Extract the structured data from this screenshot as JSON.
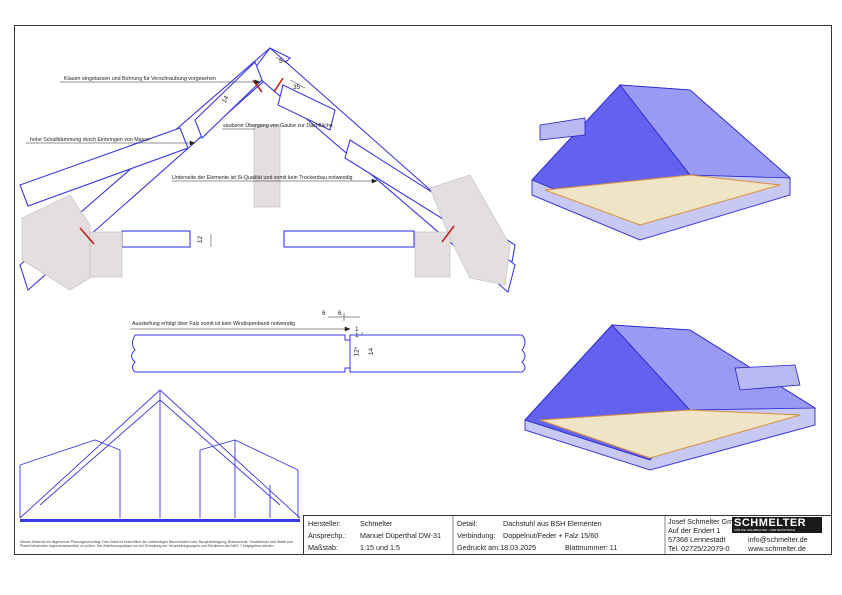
{
  "annotations": {
    "claws": "Klauen eingelassen und Bohrung für Verschraubung vorgesehen",
    "insulation": "hohe Schalldämmung durch Einbringen von Masse",
    "dormer": "sauberer Übergang von Gaube zur Dachfläche",
    "underside": "Unterseite der Elemente ist Si-Qualität und somit kein Trockenbau notwendig",
    "bracing": "Aussteifung erfolgt über Falz somit ist kein Windispenband notwendig"
  },
  "dimensions": {
    "d5": "5",
    "d14a": "14",
    "d35": "35",
    "d12": "12",
    "d6a": "6",
    "d6b": "6",
    "d1a": "1",
    "d1b": "1",
    "d12_5": "12⁵",
    "d14b": "14"
  },
  "title_block": {
    "hersteller_label": "Hersteller:",
    "hersteller_value": "Schmelter",
    "ansprech_label": "Ansprechp.:",
    "ansprech_value": "Manuel Düperthal DW-31",
    "massstab_label": "Maßstab:",
    "massstab_value": "1:15 und 1:5",
    "detail_label": "Detail:",
    "detail_value": "Dachstuhl aus BSH Elementen",
    "verbindung_label": "Verbindung:",
    "verbindung_value": "Doppelnut/Feder + Falz 15/60",
    "gedruckt": "Gedruckt am:18.03.2025",
    "blatt": "Blattnummer: 11"
  },
  "company": {
    "name": "Josef Schmelter GmbH",
    "street": "Auf der Endert 1",
    "city": "57368 Lennestadt",
    "phone": "Tel. 02725/22079-0",
    "email": "info@schmelter.de",
    "web": "www.schmelter.de"
  },
  "logo": {
    "name": "SCHMELTER",
    "tagline": "FÜR DIE HOLZBAUTEN - UND BAUSTOFFE"
  },
  "disclaimer": "Dieses Detail ist ein allgemeiner Planungsvorschlag. Das Detail ist hinsichtlich der notwendigen Bauvorhaben bzw. Baugenehmigung, Brandschutz, Schallschutz und Statik vom Planer/Verarbeiter eigenverantwortlich zu prüfen. Der Ablieferungsablauf nur bei Einhaltung der Verarbeitungsregeln und Richtlinien der AWG 7 freigegeben werden.",
  "colors": {
    "roof_blue": "#3a3ae8",
    "roof_fill": "#c8c8f4",
    "beam_orange": "#d9903a",
    "cut_red": "#c81e1e",
    "wall_grey": "#e4dede"
  }
}
